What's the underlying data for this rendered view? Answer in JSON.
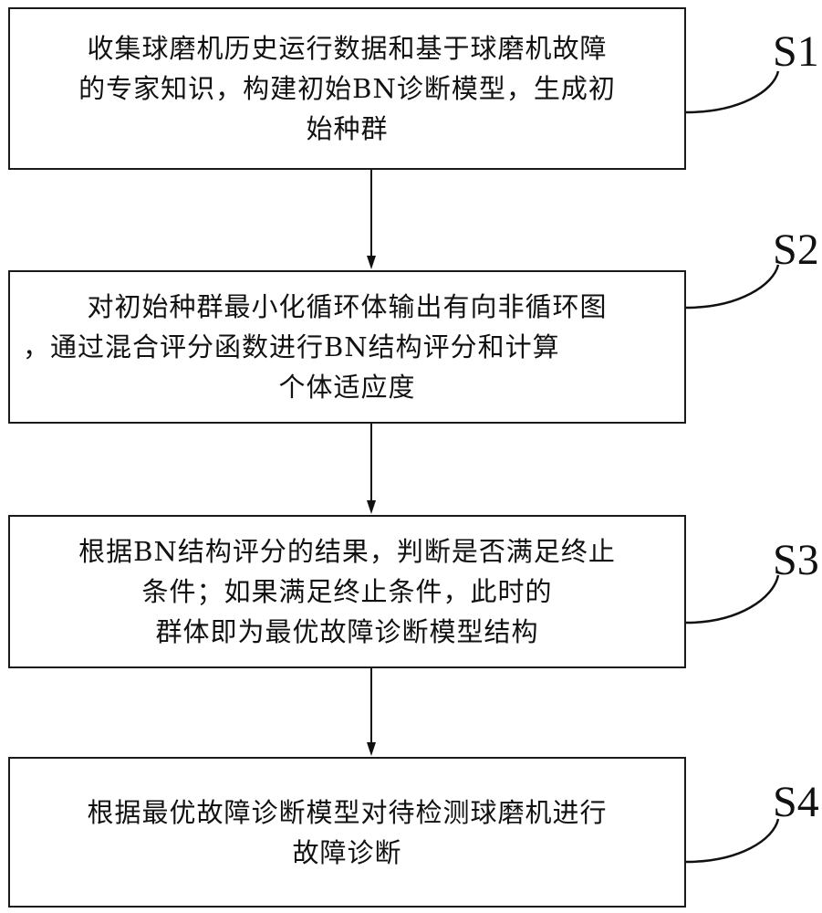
{
  "steps": [
    {
      "id": "S1",
      "lines": [
        "收集球磨机历史运行数据和基于球磨机故障",
        "的专家知识，构建初始BN诊断模型，生成初",
        "始种群"
      ]
    },
    {
      "id": "S2",
      "lines": [
        "对初始种群最小化循环体输出有向非循环图",
        "，通过混合评分函数进行BN结构评分和计算",
        "个体适应度"
      ]
    },
    {
      "id": "S3",
      "lines": [
        "根据BN结构评分的结果，判断是否满足终止",
        "条件；如果满足终止条件，此时的",
        "群体即为最优故障诊断模型结构"
      ]
    },
    {
      "id": "S4",
      "lines": [
        "根据最优故障诊断模型对待检测球磨机进行",
        "故障诊断"
      ]
    }
  ]
}
